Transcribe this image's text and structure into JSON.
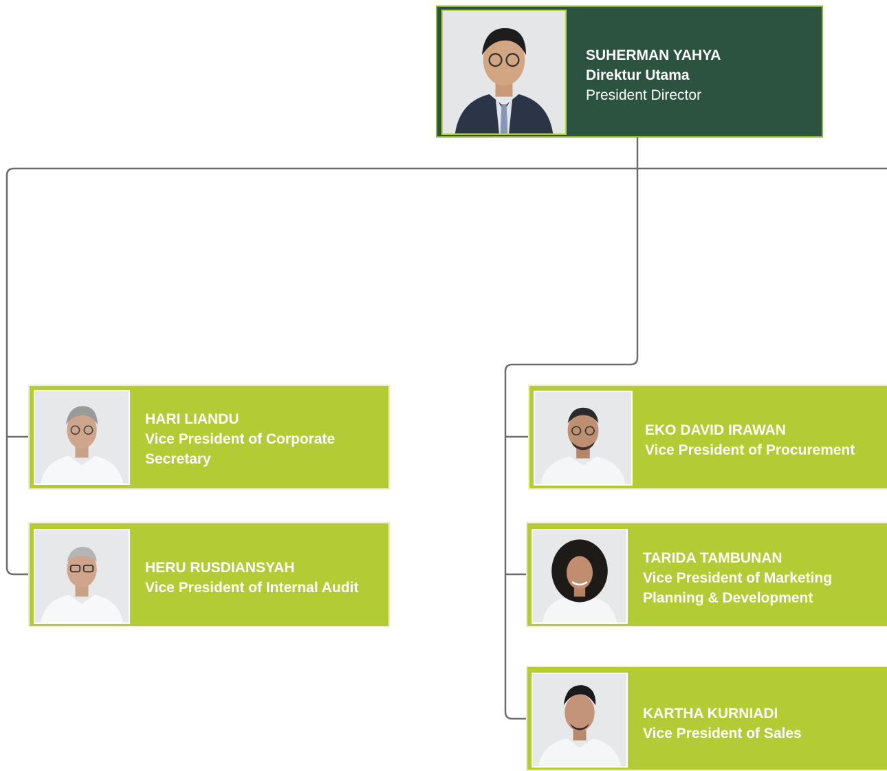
{
  "president": {
    "name": "SUHERMAN YAHYA",
    "title_id": "Direktur Utama",
    "title_en": "President Director",
    "photo_icon": "person-portrait-icon"
  },
  "left_branch": [
    {
      "name": "HARI LIANDU",
      "title": "Vice President of Corporate Secretary",
      "photo_icon": "person-portrait-icon"
    },
    {
      "name": "HERU RUSDIANSYAH",
      "title": "Vice President of Internal Audit",
      "photo_icon": "person-portrait-icon"
    }
  ],
  "right_branch": [
    {
      "name": "EKO DAVID IRAWAN",
      "title": "Vice President of Procurement",
      "photo_icon": "person-portrait-icon"
    },
    {
      "name": "TARIDA TAMBUNAN",
      "title": "Vice President of Marketing Planning & Development",
      "photo_icon": "person-portrait-icon"
    },
    {
      "name": "KARTHA KURNIADI",
      "title": "Vice President of Sales",
      "photo_icon": "person-portrait-icon"
    }
  ],
  "colors": {
    "president_card": "#2b5340",
    "vp_card": "#b3cc35",
    "connector": "#6b6b6b",
    "text": "#ffffff"
  }
}
